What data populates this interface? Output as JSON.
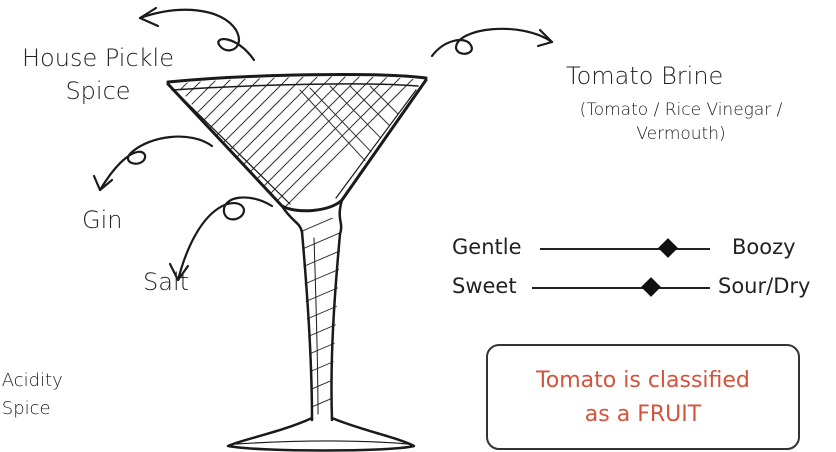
{
  "labels": {
    "house_pickle": "House Pickle\nSpice",
    "tomato_brine_title": "Tomato Brine",
    "tomato_brine_detail": "(Tomato / Rice Vinegar /\nVermouth)",
    "gin": "Gin",
    "salt": "Salt"
  },
  "legend": {
    "acidity": ": Acidity",
    "spice": ": Spice"
  },
  "scales": [
    {
      "left": "Gentle",
      "right": "Boozy",
      "value": 0.75
    },
    {
      "left": "Sweet",
      "right": "Sour/Dry",
      "value": 0.67
    }
  ],
  "fact": {
    "line1": "Tomato is classified",
    "line2": "as a FRUIT",
    "color": "#d2543c"
  }
}
